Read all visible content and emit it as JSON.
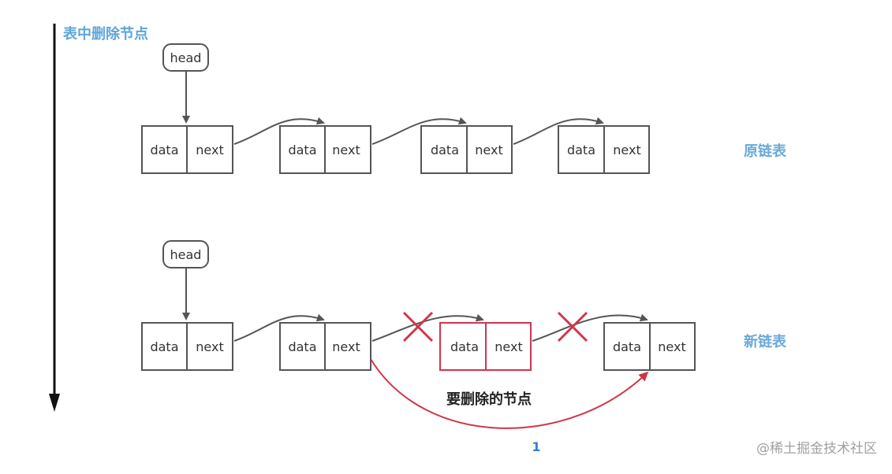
{
  "title": "表中删除节点",
  "head_label": "head",
  "field_data": "data",
  "field_next": "next",
  "labels": {
    "original_list": "原链表",
    "new_list": "新链表",
    "removed_node": "要删除的节点"
  },
  "page_number": "1",
  "watermark": "@稀土掘金技术社区",
  "colors": {
    "node_border": "#555555",
    "removed": "#d0354a",
    "label_blue": "#6aa9d8"
  }
}
